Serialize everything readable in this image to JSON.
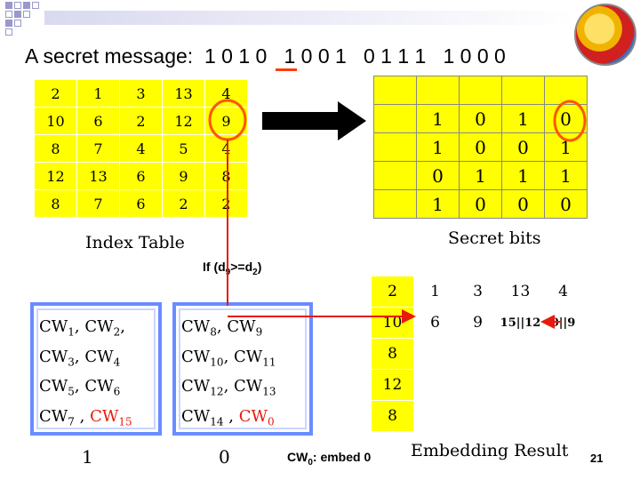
{
  "title": {
    "label": "A secret message:",
    "bits": "1 0 1 0   1 0 0 1   0 1 1 1   1 0 0 0"
  },
  "index_table": {
    "caption": "Index Table",
    "rows": [
      [
        "2",
        "1",
        "3",
        "13",
        "4"
      ],
      [
        "10",
        "6",
        "2",
        "12",
        "9"
      ],
      [
        "8",
        "7",
        "4",
        "5",
        "4"
      ],
      [
        "12",
        "13",
        "6",
        "9",
        "8"
      ],
      [
        "8",
        "7",
        "6",
        "2",
        "2"
      ]
    ]
  },
  "secret_table": {
    "caption": "Secret bits",
    "rows": [
      [
        "",
        "",
        "",
        "",
        ""
      ],
      [
        "",
        "1",
        "0",
        "1",
        "0"
      ],
      [
        "",
        "1",
        "0",
        "0",
        "1"
      ],
      [
        "",
        "0",
        "1",
        "1",
        "1"
      ],
      [
        "",
        "1",
        "0",
        "0",
        "0"
      ]
    ]
  },
  "condition": "If (d9>=d2)",
  "codewords": {
    "left": {
      "lines": [
        "CW1, CW2,",
        "CW3, CW4",
        "CW5, CW6",
        "CW7 , CW15"
      ],
      "bit": "1"
    },
    "right": {
      "lines": [
        "CW8, CW9",
        "CW10, CW11",
        "CW12, CW13",
        "CW14 , CW0"
      ],
      "bit": "0"
    }
  },
  "embed_table": {
    "caption": "Embedding Result",
    "rows": [
      [
        "2",
        "1",
        "3",
        "13",
        "4"
      ],
      [
        "10",
        "6",
        "9",
        "15||12",
        "0||9"
      ],
      [
        "8",
        "",
        "",
        "",
        ""
      ],
      [
        "12",
        "",
        "",
        "",
        ""
      ],
      [
        "8",
        "",
        "",
        "",
        ""
      ]
    ]
  },
  "embed_note": "CW0: embed 0",
  "page_number": "21",
  "colors": {
    "highlight": "#ffff00",
    "accent_red": "#e8190d",
    "circle": "#ff5500",
    "box_blue": "#6a8cff"
  }
}
